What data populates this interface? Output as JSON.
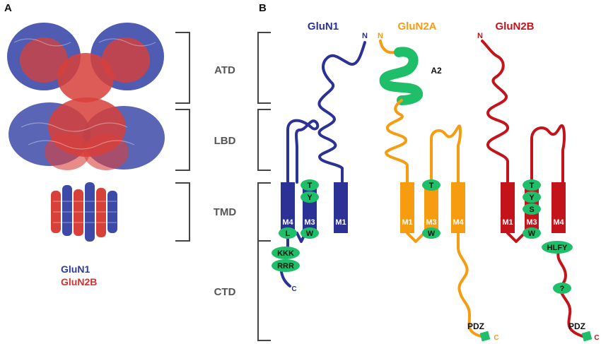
{
  "panels": {
    "a_label": "A",
    "b_label": "B"
  },
  "panel_a": {
    "legend": [
      {
        "text": "GluN1",
        "color": "#2b3a9e"
      },
      {
        "text": "GluN2B",
        "color": "#d4302e"
      }
    ]
  },
  "domains": [
    "ATD",
    "LBD",
    "TMD",
    "CTD"
  ],
  "subunits": {
    "glun1": {
      "title": "GluN1",
      "color": "#2b3195",
      "n_term": "N",
      "c_term": "C",
      "helices": {
        "left": "M4",
        "middle": "M3",
        "right": "M1"
      },
      "sites": [
        "T",
        "Y",
        "L",
        "W",
        "KKK",
        "RRR"
      ]
    },
    "glun2a": {
      "title": "GluN2A",
      "color": "#f59c10",
      "n_term": "N",
      "c_term": "C",
      "a2_label": "A2",
      "helices": {
        "left": "M1",
        "middle": "M3",
        "right": "M4"
      },
      "sites": [
        "T",
        "W"
      ],
      "pdz": "PDZ"
    },
    "glun2b": {
      "title": "GluN2B",
      "color": "#c4141b",
      "n_term": "N",
      "c_term": "C",
      "helices": {
        "left": "M1",
        "middle": "M3",
        "right": "M4"
      },
      "sites": [
        "T",
        "Y",
        "S",
        "W",
        "HLFY",
        "?"
      ],
      "pdz": "PDZ"
    }
  },
  "colors": {
    "site_fill": "#1fbf6a",
    "bracket": "#444444",
    "label": "#555555"
  }
}
